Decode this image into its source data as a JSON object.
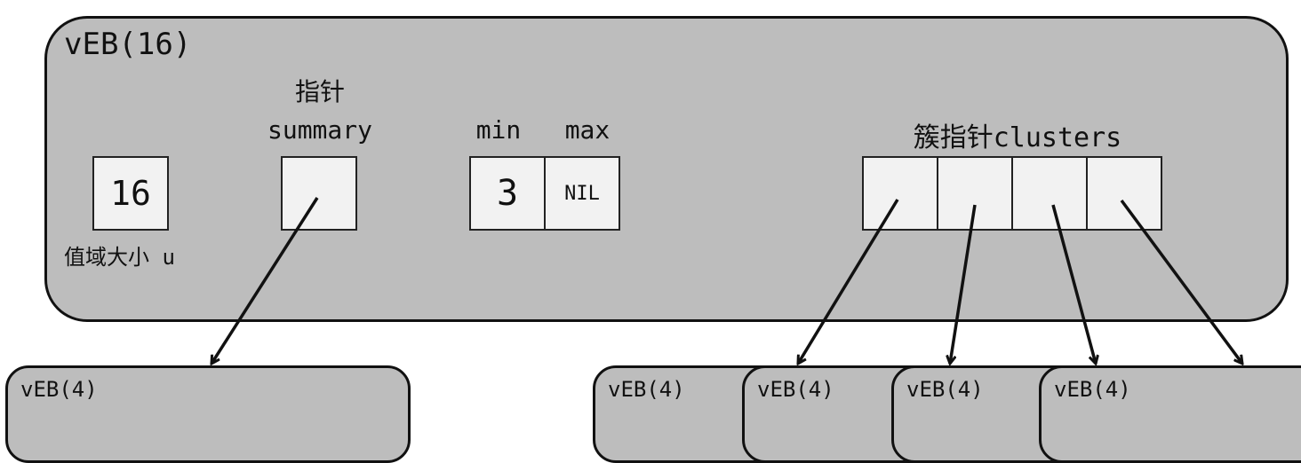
{
  "top": {
    "title": "vEB(16)",
    "u_value": "16",
    "u_label": "值域大小 u",
    "summary_label_cn": "指针",
    "summary_label_en": "summary",
    "min_label": "min",
    "max_label": "max",
    "min_value": "3",
    "max_value": "NIL",
    "clusters_label": "簇指针clusters"
  },
  "summary_child": {
    "title": "vEB(4)"
  },
  "cluster_children": [
    {
      "title": "vEB(4)"
    },
    {
      "title": "vEB(4)"
    },
    {
      "title": "vEB(4)"
    },
    {
      "title": "vEB(4)"
    }
  ]
}
